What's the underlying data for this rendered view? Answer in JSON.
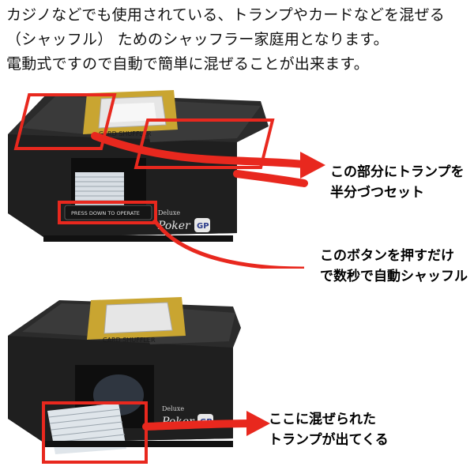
{
  "headline": {
    "lines": [
      "カジノなどでも使用されている、トランプやカードなどを混ぜる",
      "（シャッフル） ためのシャッフラー家庭用となります。",
      "電動式ですので自動で簡単に混ぜることが出来ます。"
    ]
  },
  "product": {
    "lid_label": "CARD SHUFFLER",
    "button_label": "PRESS DOWN TO OPERATE",
    "brand_small": "Deluxe",
    "brand": "Poker",
    "badge": "GP"
  },
  "callouts": {
    "set_cards": [
      "この部分にトランプを",
      "半分づつセット"
    ],
    "press_button": [
      "このボタンを押すだけ",
      "で数秒で自動シャッフル"
    ],
    "cards_out": [
      "ここに混ぜられた",
      "トランプが出てくる"
    ]
  },
  "colors": {
    "highlight": "#e8281e",
    "body": "#2a2a2a",
    "lid": "#c9a531"
  }
}
